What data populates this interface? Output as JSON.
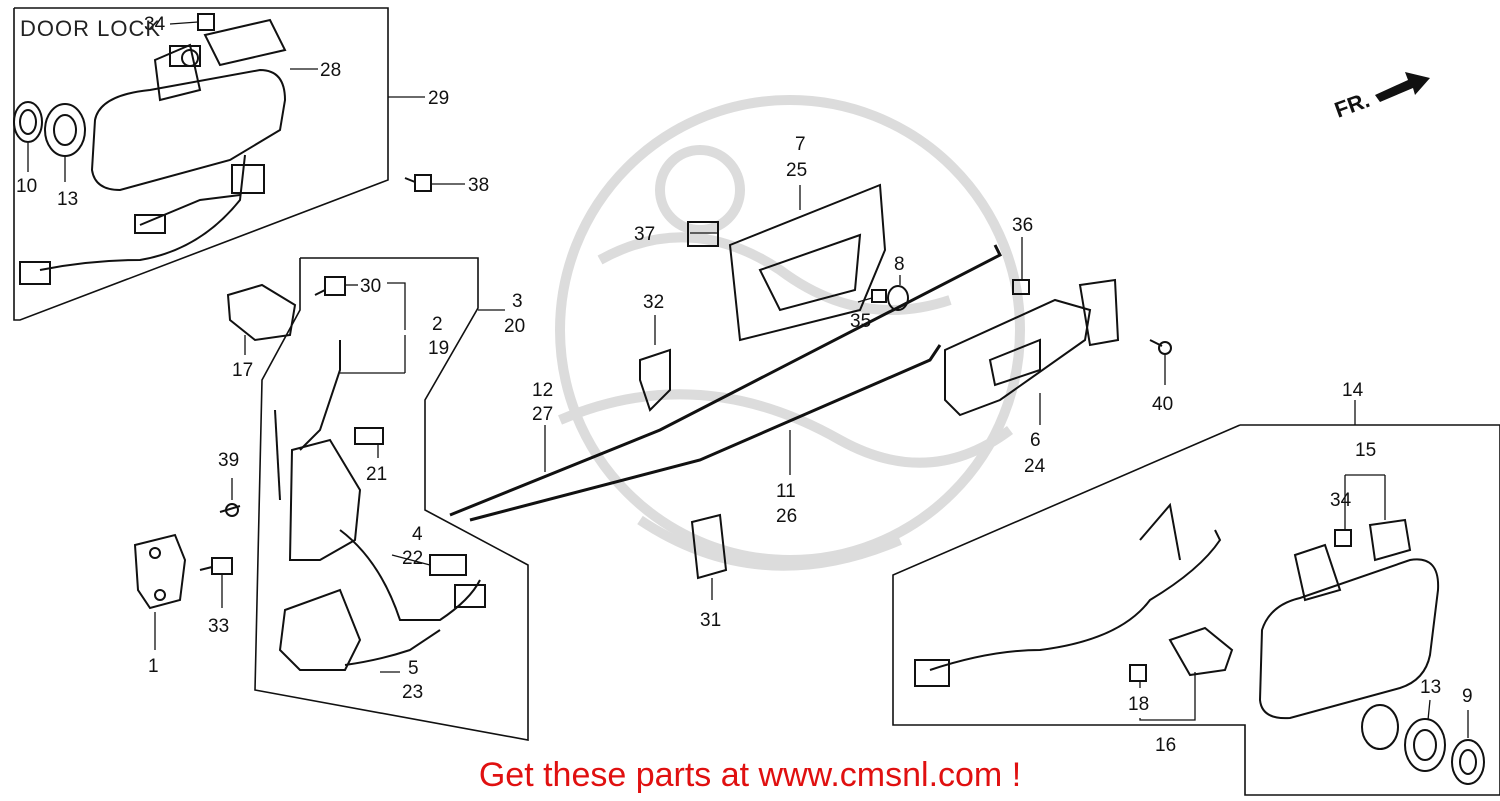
{
  "diagram_title": "DOOR LOCK",
  "footer_text": "Get these parts at www.cmsnl.com !",
  "direction_label": "FR.",
  "colors": {
    "line": "#111111",
    "watermark": "#d9d9d9",
    "footer": "#e01010"
  },
  "callouts": {
    "c1": "1",
    "c2": "2",
    "c3": "3",
    "c4": "4",
    "c5": "5",
    "c6": "6",
    "c7": "7",
    "c8": "8",
    "c9": "9",
    "c10": "10",
    "c11": "11",
    "c12": "12",
    "c13a": "13",
    "c13b": "13",
    "c14": "14",
    "c15": "15",
    "c16": "16",
    "c17": "17",
    "c18": "18",
    "c19": "19",
    "c20": "20",
    "c21": "21",
    "c22": "22",
    "c23": "23",
    "c24": "24",
    "c25": "25",
    "c26": "26",
    "c27": "27",
    "c28": "28",
    "c29": "29",
    "c30": "30",
    "c31": "31",
    "c32": "32",
    "c33": "33",
    "c34a": "34",
    "c34b": "34",
    "c35": "35",
    "c36": "36",
    "c37": "37",
    "c38": "38",
    "c39": "39",
    "c40": "40"
  }
}
